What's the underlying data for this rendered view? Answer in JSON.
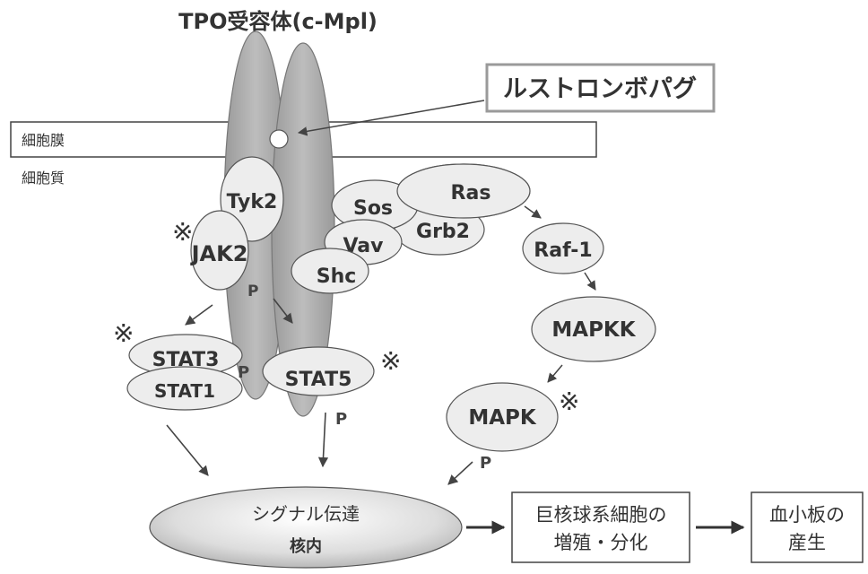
{
  "title": "TPO受容体(c-Mpl)",
  "drug_label": "ルストロンボパグ",
  "membrane_label": "細胞膜",
  "cytoplasm_label": "細胞質",
  "asterisk": "※",
  "phospho": "P",
  "proteins": {
    "tyk2": "Tyk2",
    "jak2": "JAK2",
    "sos": "Sos",
    "ras": "Ras",
    "grb2": "Grb2",
    "vav": "Vav",
    "shc": "Shc",
    "raf1": "Raf-1",
    "mapkk": "MAPKK",
    "mapk": "MAPK",
    "stat3": "STAT3",
    "stat1": "STAT1",
    "stat5": "STAT5"
  },
  "nucleus": {
    "line1": "シグナル伝達",
    "line2": "核内"
  },
  "outcome1": {
    "line1": "巨核球系細胞の",
    "line2": "増殖・分化"
  },
  "outcome2": {
    "line1": "血小板の",
    "line2": "産生"
  },
  "colors": {
    "receptor_fill": "#a9a9a9",
    "oval_fill": "#ececec",
    "stroke": "#555555",
    "text": "#333333"
  }
}
